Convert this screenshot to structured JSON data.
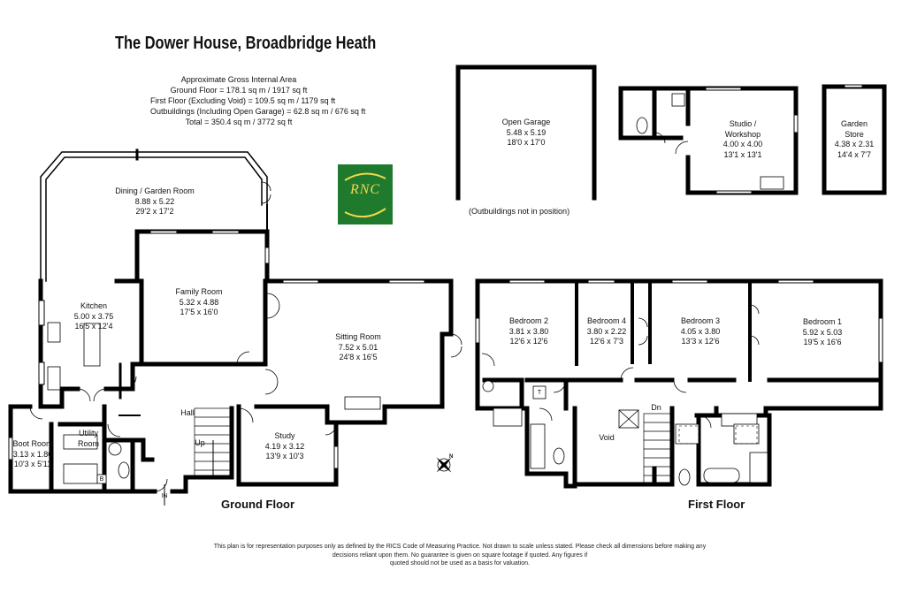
{
  "title": "The Dower House, Broadbridge Heath",
  "area": {
    "heading": "Approximate Gross Internal Area",
    "ground": "Ground Floor = 178.1 sq m / 1917 sq ft",
    "first": "First Floor (Excluding Void) = 109.5 sq m / 1179 sq ft",
    "outbuildings": "Outbuildings (Including Open Garage) = 62.8 sq m / 676 sq ft",
    "total": "Total = 350.4 sq m / 3772 sq ft"
  },
  "logo": {
    "text": "RNC",
    "bg": "#1f7a2e",
    "fg": "#f2d84a"
  },
  "rooms": {
    "dining": {
      "name": "Dining / Garden Room",
      "metric": "8.88 x 5.22",
      "imperial": "29'2 x 17'2"
    },
    "family": {
      "name": "Family Room",
      "metric": "5.32 x 4.88",
      "imperial": "17'5 x 16'0"
    },
    "kitchen": {
      "name": "Kitchen",
      "metric": "5.00 x 3.75",
      "imperial": "16'5 x 12'4"
    },
    "sitting": {
      "name": "Sitting Room",
      "metric": "7.52 x 5.01",
      "imperial": "24'8 x 16'5"
    },
    "hall": {
      "name": "Hall"
    },
    "study": {
      "name": "Study",
      "metric": "4.19 x 3.12",
      "imperial": "13'9 x 10'3"
    },
    "utility": {
      "line1": "Utility",
      "line2": "Room"
    },
    "boot": {
      "name": "Boot Room",
      "metric": "3.13 x 1.80",
      "imperial": "10'3 x 5'11"
    },
    "garage": {
      "name": "Open Garage",
      "metric": "5.48 x 5.19",
      "imperial": "18'0 x 17'0"
    },
    "studio": {
      "line1": "Studio /",
      "line2": "Workshop",
      "metric": "4.00 x 4.00",
      "imperial": "13'1 x 13'1"
    },
    "store": {
      "line1": "Garden",
      "line2": "Store",
      "metric": "4.38 x 2.31",
      "imperial": "14'4 x 7'7"
    },
    "bed2": {
      "name": "Bedroom 2",
      "metric": "3.81 x 3.80",
      "imperial": "12'6 x 12'6"
    },
    "bed4": {
      "name": "Bedroom 4",
      "metric": "3.80 x 2.22",
      "imperial": "12'6 x 7'3"
    },
    "bed3": {
      "name": "Bedroom 3",
      "metric": "4.05 x 3.80",
      "imperial": "13'3 x 12'6"
    },
    "bed1": {
      "name": "Bedroom 1",
      "metric": "5.92 x 5.03",
      "imperial": "19'5 x 16'6"
    },
    "void": {
      "name": "Void"
    }
  },
  "markers": {
    "up": "Up",
    "in": "IN",
    "dn": "Dn",
    "boiler": "B",
    "tank": "T",
    "compass": "N"
  },
  "outbuildings_note": "(Outbuildings not in position)",
  "floors": {
    "ground": "Ground Floor",
    "first": "First Floor"
  },
  "disclaimer": {
    "line1": "This plan is for representation purposes only as defined by the RICS Code of Measuring Practice. Not drawn to scale unless stated. Please check all dimensions before making any",
    "line2": "decisions reliant upon them. No guarantee is given on square footage if quoted. Any figures if",
    "line3": "quoted should not be used as a basis for valuation."
  }
}
